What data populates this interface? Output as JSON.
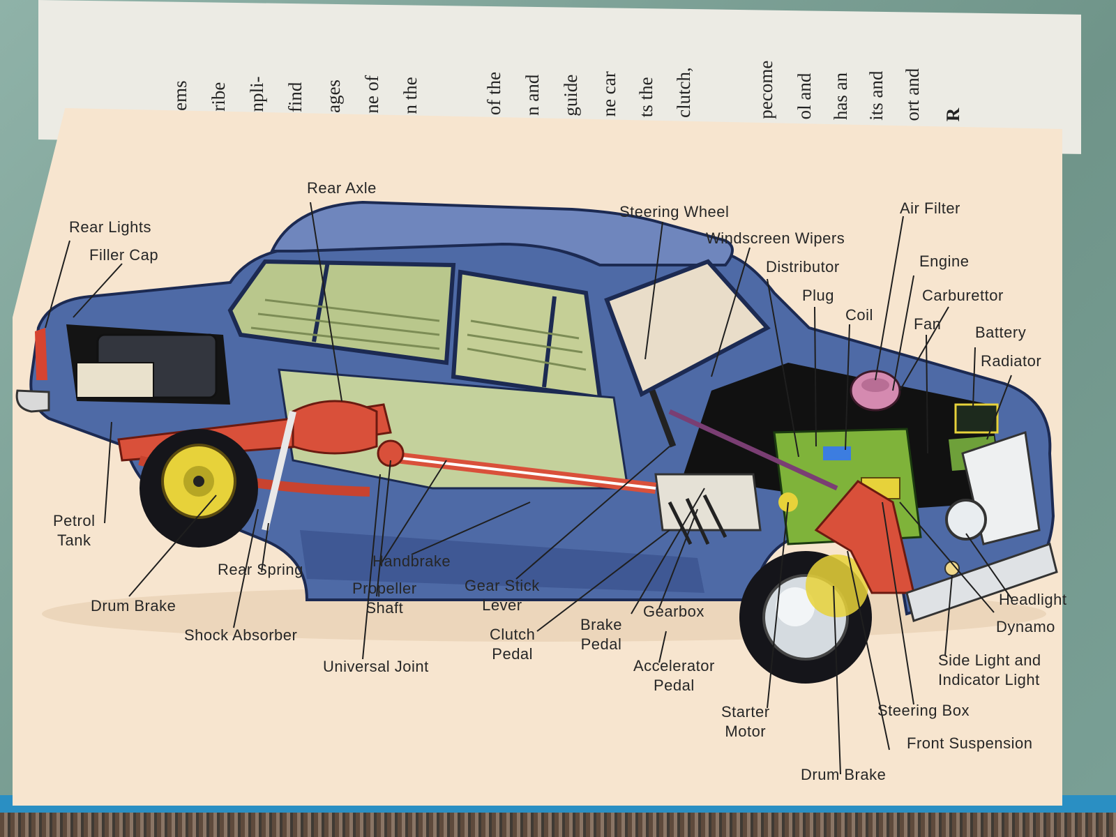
{
  "top_page_text": [
    "ems",
    "ribe",
    "npli-",
    "find",
    "ages",
    "ne of",
    "n the",
    "of the",
    "n and",
    "guide",
    "ne car",
    "ts the",
    "clutch,",
    "pecome",
    "ol and",
    "has an",
    "its and",
    "ort and",
    "R"
  ],
  "labels": {
    "rear_axle": "Rear Axle",
    "rear_lights": "Rear Lights",
    "filler_cap": "Filler Cap",
    "steering_wheel": "Steering Wheel",
    "windscreen_wipers": "Windscreen Wipers",
    "air_filter": "Air Filter",
    "distributor": "Distributor",
    "engine": "Engine",
    "plug": "Plug",
    "carburettor": "Carburettor",
    "coil": "Coil",
    "fan": "Fan",
    "battery": "Battery",
    "radiator": "Radiator",
    "petrol_tank": "Petrol\nTank",
    "handbrake": "Handbrake",
    "rear_spring": "Rear Spring",
    "propeller_shaft": "Propeller\nShaft",
    "gear_stick_lever": "Gear Stick\nLever",
    "drum_brake_rear": "Drum Brake",
    "gearbox": "Gearbox",
    "brake_pedal": "Brake\nPedal",
    "clutch_pedal": "Clutch\nPedal",
    "shock_absorber": "Shock Absorber",
    "universal_joint": "Universal Joint",
    "accelerator_pedal": "Accelerator\nPedal",
    "headlight": "Headlight",
    "dynamo": "Dynamo",
    "side_light": "Side Light and\nIndicator Light",
    "starter_motor": "Starter\nMotor",
    "steering_box": "Steering Box",
    "front_suspension": "Front Suspension",
    "drum_brake_front": "Drum Brake"
  },
  "colors": {
    "page": "#f7e5cf",
    "body_blue": "#4e6aa6",
    "roof_blue": "#6f86bd",
    "red_parts": "#d9503a",
    "engine_green": "#7fb33a",
    "yellow": "#e7d23a"
  }
}
